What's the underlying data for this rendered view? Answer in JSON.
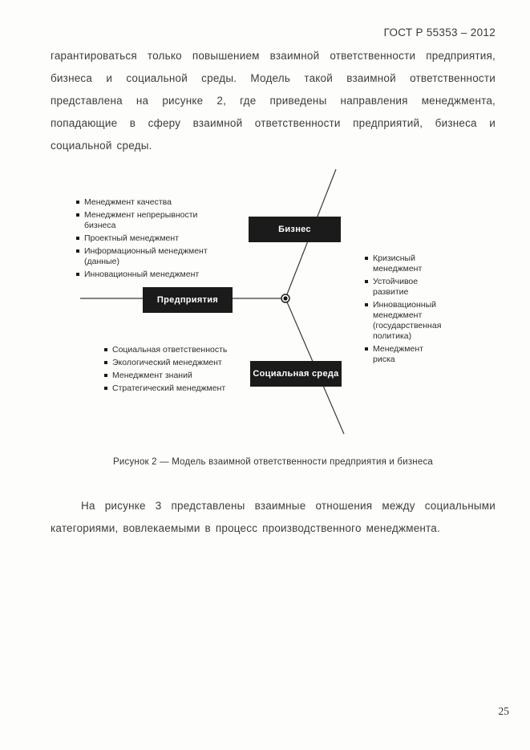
{
  "page": {
    "header": "ГОСТ Р 55353 – 2012",
    "page_number": "25"
  },
  "paragraphs": {
    "p1": "гарантироваться только повышением взаимной ответственности предприятия, бизнеса и социальной среды. Модель такой взаимной ответственности представлена на рисунке 2, где приведены направления менеджмента, попадающие в сферу взаимной ответственности предприятий, бизнеса и социальной среды.",
    "p2": "На рисунке 3 представлены взаимные отношения между социальными категориями, вовлекаемыми в процесс производственного менеджмента."
  },
  "figure": {
    "caption": "Рисунок 2 — Модель взаимной ответственности предприятия и бизнеса",
    "nodes": {
      "business": "Бизнес",
      "enterprises": "Предприятия",
      "social": "Социальная среда"
    },
    "lists": {
      "top_left": [
        "Менеджмент качества",
        "Менеджмент непрерывности бизнеса",
        "Проектный менеджмент",
        "Информационный менеджмент (данные)",
        "Инновационный менеджмент"
      ],
      "right": [
        "Кризисный менеджмент",
        "Устойчивое развитие",
        "Инновационный менеджмент (государственная политика)",
        "Менеджмент риска"
      ],
      "bottom_left": [
        "Социальная ответственность",
        "Экологический менеджмент",
        "Менеджмент знаний",
        "Стратегический менеджмент"
      ]
    },
    "colors": {
      "node_bg": "#1b1b1b",
      "node_text": "#ffffff",
      "line": "#3a3a3a"
    }
  }
}
